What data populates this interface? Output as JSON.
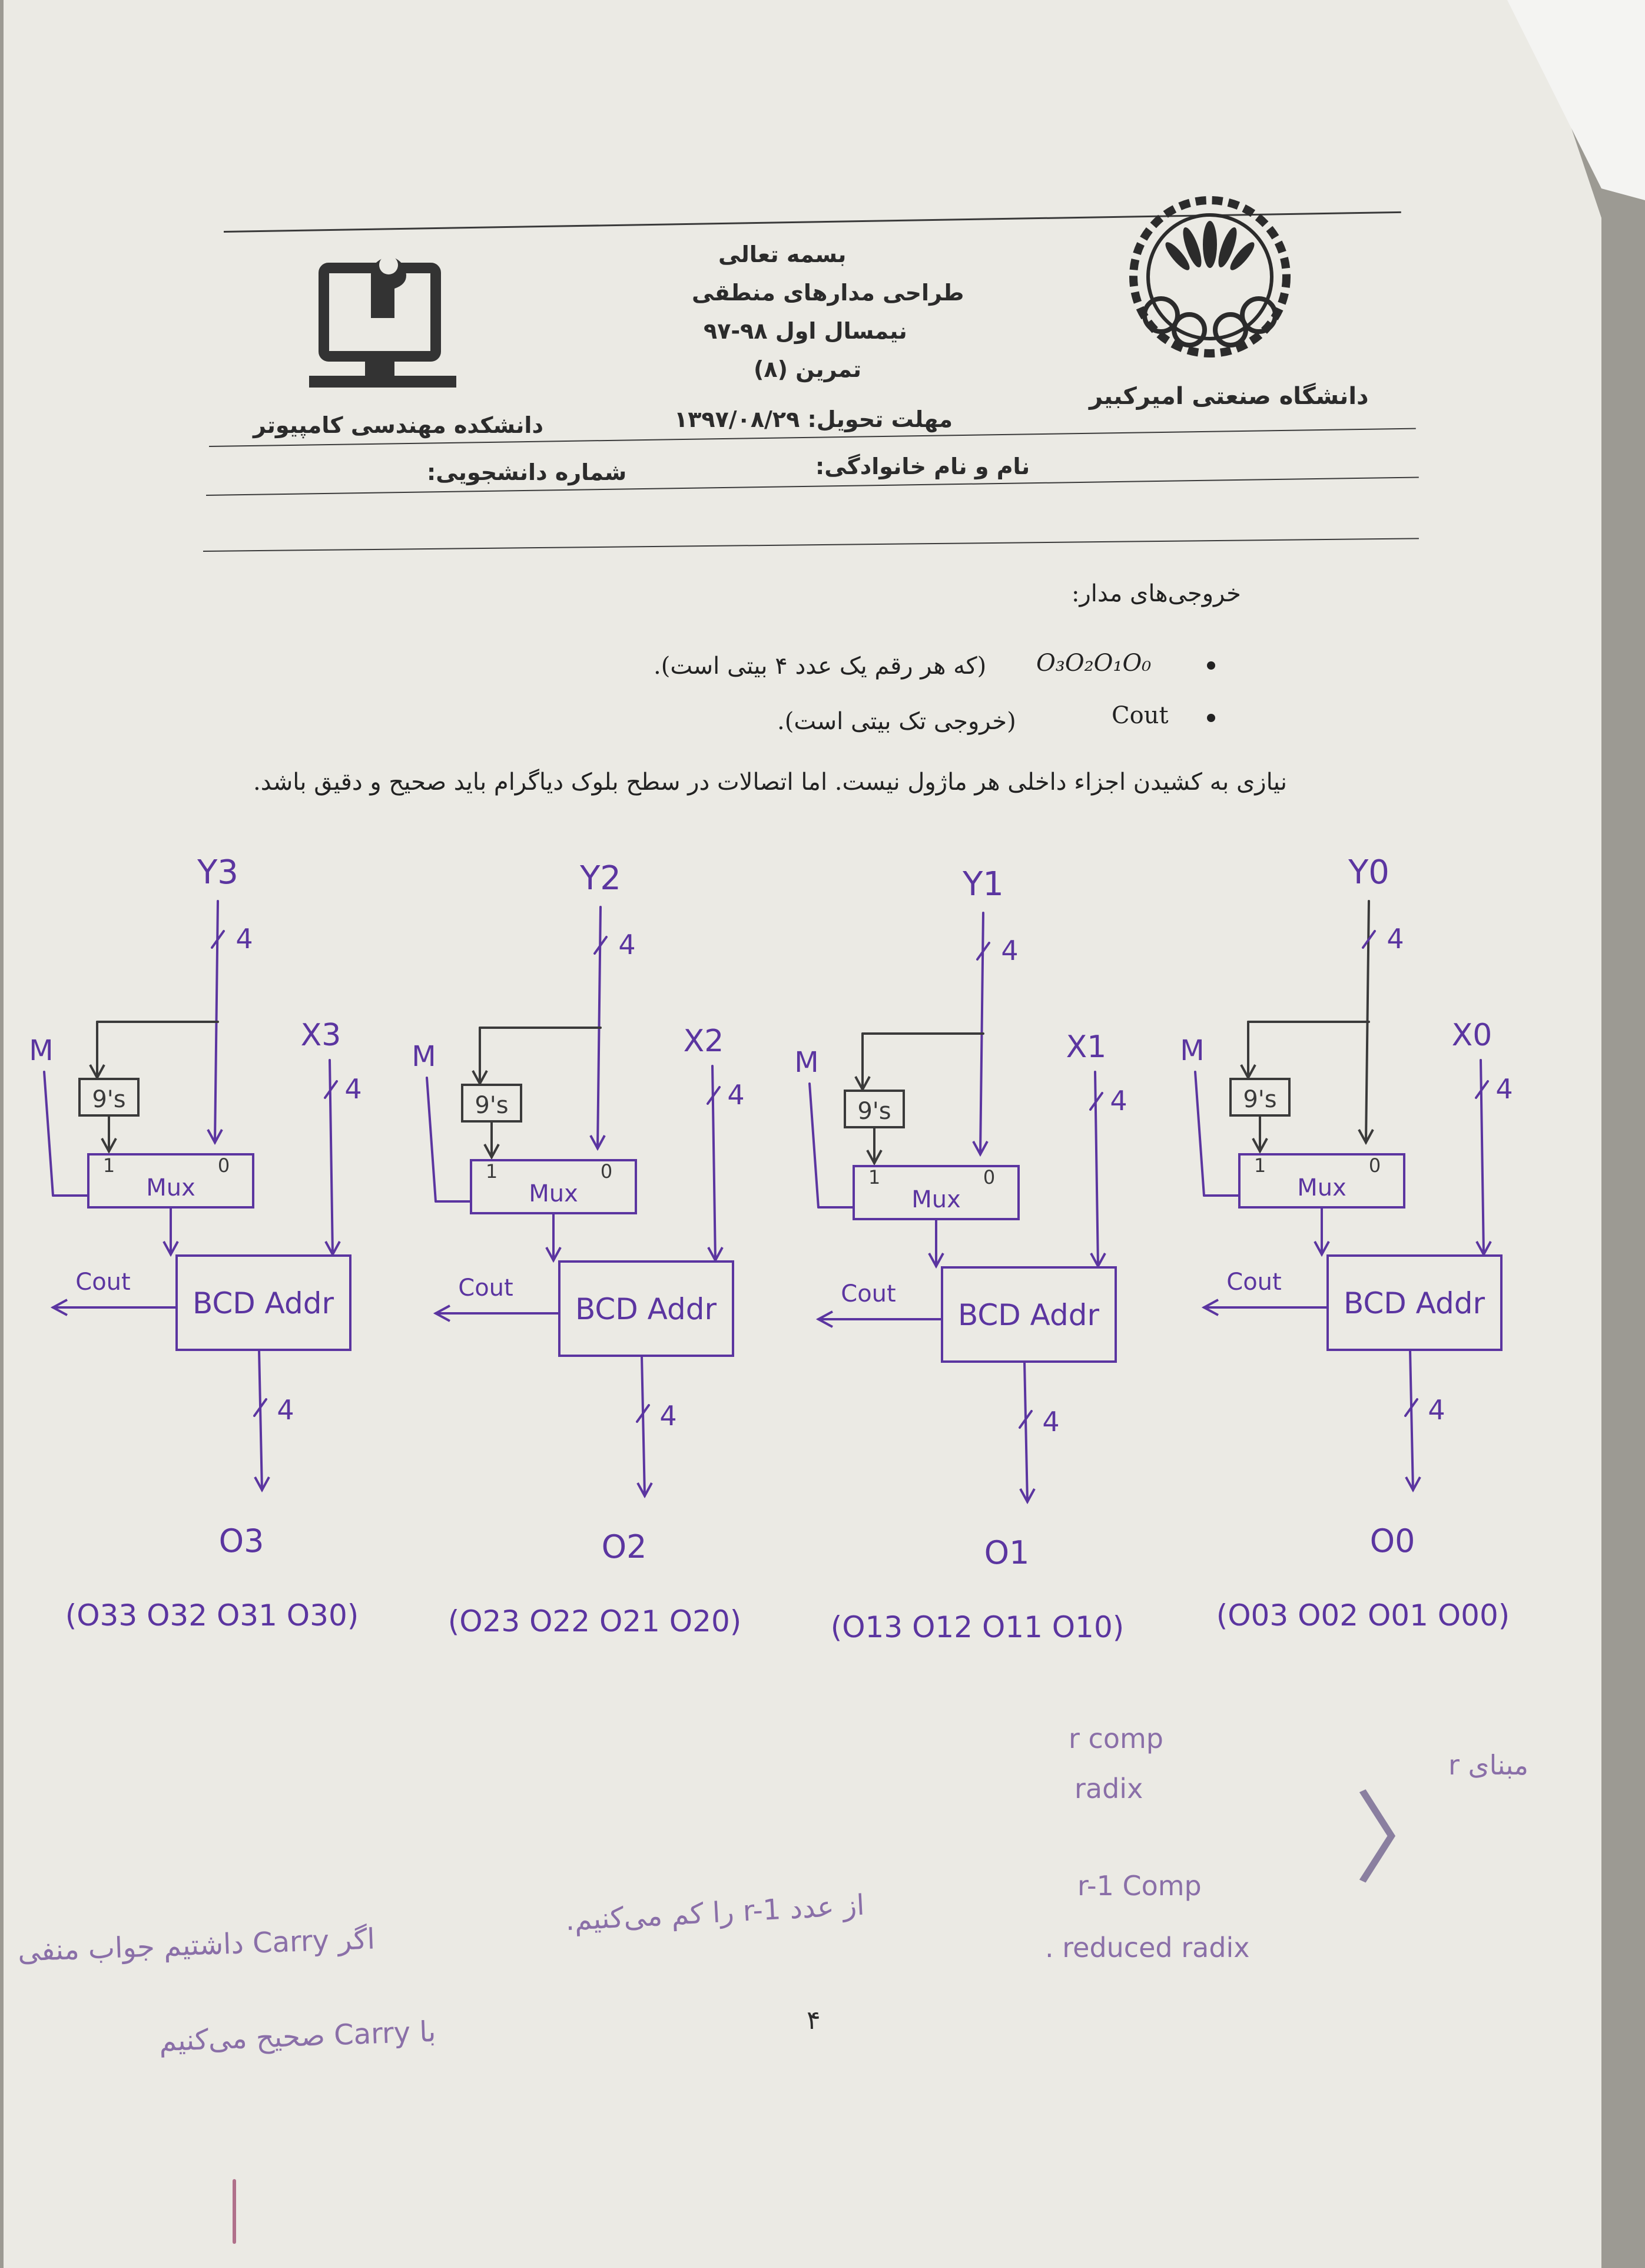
{
  "header": {
    "title_bismillah": "بسمه تعالی",
    "course": "طراحی مدارهای منطقی",
    "semester": "نیمسال اول ۹۸-۹۷",
    "exercise": "تمرین (۸)",
    "deadline": "مهلت تحویل: ۱۳۹۷/۰۸/۲۹",
    "university": "دانشگاه صنعتی امیرکبیر",
    "faculty": "دانشکده مهندسی کامپیوتر",
    "name_label": "نام و نام خانوادگی:",
    "student_id_label": "شماره دانشجویی:"
  },
  "body": {
    "outputs_heading": "خروجی‌های مدار:",
    "bullet1_math": "O₃O₂O₁O₀",
    "bullet1_text": "(که هر رقم یک عدد ۴ بیتی است).",
    "bullet2_math": "Cout",
    "bullet2_text": "(خروجی تک بیتی است).",
    "instruction": "نیازی به کشیدن اجزاء داخلی هر ماژول نیست. اما اتصالات در سطح بلوک دیاگرام باید صحیح و دقیق باشد."
  },
  "diagram": {
    "stages": [
      {
        "y": "Y3",
        "x": "X3",
        "o": "O3",
        "bits": "(O33 O32 O31 O30)"
      },
      {
        "y": "Y2",
        "x": "X2",
        "o": "O2",
        "bits": "(O23 O22 O21 O20)"
      },
      {
        "y": "Y1",
        "x": "X1",
        "o": "O1",
        "bits": "(O13 O12 O11 O10)"
      },
      {
        "y": "Y0",
        "x": "X0",
        "o": "O0",
        "bits": "(O03 O02 O01 O00)"
      }
    ],
    "adder_label": "BCD Addr",
    "mux_label": "Mux",
    "comp_label": "9's",
    "select_label": "M",
    "width_label": "4",
    "carry_label": "Cout",
    "mux_in1": "1",
    "mux_in0": "0"
  },
  "notes": {
    "r_comp": "r comp",
    "radix": "radix",
    "r1_comp": "r-1 Comp",
    "reduced_radix": ". reduced radix",
    "r_side": "مبنای r",
    "line1_a": "از عدد r-1 را کم می‌کنیم.",
    "line1_b": "اگر Carry داشتیم جواب منفی",
    "line2": "با Carry صحیح می‌کنیم"
  },
  "page_number": "۴",
  "colors": {
    "ink": "#5b35a0",
    "print": "#2b2b2b",
    "paper": "#ebeae4"
  }
}
